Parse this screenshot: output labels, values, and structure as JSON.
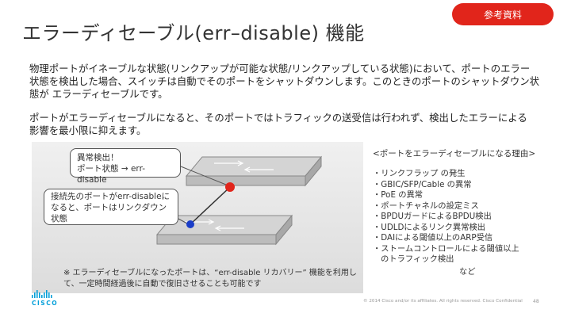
{
  "header": {
    "title": "エラーディセーブル(err–disable) 機能",
    "badge": "参考資料"
  },
  "body": {
    "paragraph1_line1": "物理ポートがイネーブルな状態(リンクアップが可能な状態/リンクアップしている状態)において、ポートのエラー",
    "paragraph1_line2": "状態を検出した場合、スイッチは自動でそのポートをシャットダウンします。このときのポートのシャットダウン状",
    "paragraph1_line3": "態が エラーディセーブルです。",
    "paragraph2_line1": "ポートがエラーディセーブルになると、そのポートではトラフィックの送受信は行われず、検出したエラーによる",
    "paragraph2_line2": "影響を最小限に抑えます。"
  },
  "diagram": {
    "callout1_line1": "異常検出！",
    "callout1_line2": "ポート状態 → err-disable",
    "callout2_line1": "接続先のポートがerr-disableに",
    "callout2_line2": "なると、ポートはリンクダウン",
    "callout2_line3": "状態",
    "note_line1": "※ エラーディセーブルになったポートは、“err-disable リカバリー” 機能を利用し",
    "note_line2": "て、一定時間経過後に自動で復旧させることも可能です",
    "colors": {
      "error_port": "#e1251b",
      "linked_port": "#1a3dc8"
    }
  },
  "reasons": {
    "title": "<ポートをエラーディセーブルになる理由>",
    "items": [
      "・リンクフラップ の発生",
      "・GBIC/SFP/Cable の異常",
      "・PoE の異常",
      "・ポートチャネルの設定ミス",
      "・BPDUガードによるBPDU検出",
      "・UDLDによるリンク異常検出",
      "・DAIによる閾値以上のARP受信",
      "・ストームコントロールによる閾値以上"
    ],
    "item_cont": "のトラフィック検出",
    "etc": "など"
  },
  "footer": {
    "logo": "CISCO",
    "copyright": "© 2014 Cisco and/or its affiliates. All rights reserved.    Cisco Confidential",
    "page": "48"
  }
}
